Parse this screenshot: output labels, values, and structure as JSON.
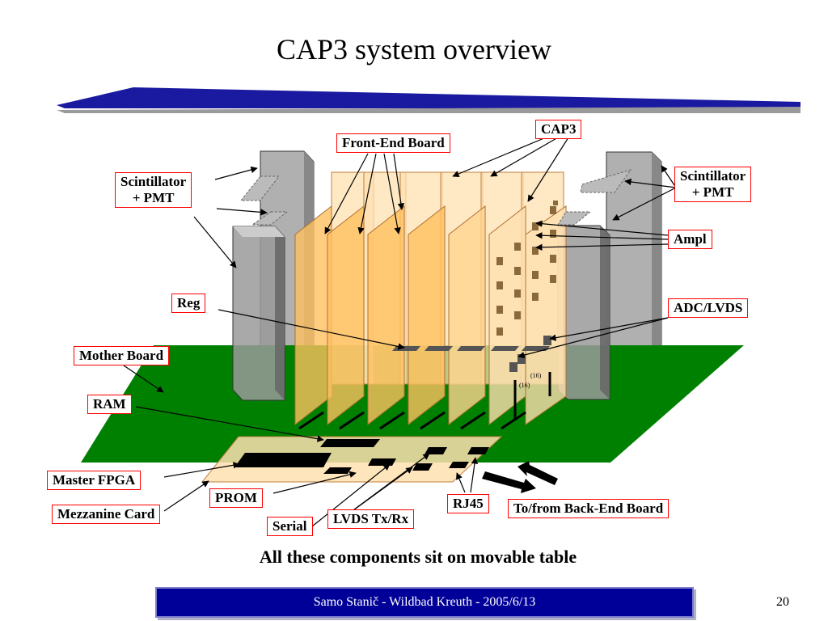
{
  "slide": {
    "title": "CAP3 system overview",
    "caption": "All these components sit on movable table",
    "footer": "Samo Stanič - Wildbad Kreuth - 2005/6/13",
    "page_number": "20"
  },
  "labels": {
    "front_end_board": "Front-End Board",
    "cap3": "CAP3",
    "scint_left_1": "Scintillator",
    "scint_left_2": "+ PMT",
    "scint_right_1": "Scintillator",
    "scint_right_2": "+ PMT",
    "ampl": "Ampl",
    "reg": "Reg",
    "adc_lvds": "ADC/LVDS",
    "mother_board": "Mother Board",
    "ram": "RAM",
    "master_fpga": "Master FPGA",
    "prom": "PROM",
    "rj45": "RJ45",
    "mezzanine_card": "Mezzanine Card",
    "serial": "Serial",
    "lvds_txrx": "LVDS Tx/Rx",
    "back_end": "To/from Back-End Board",
    "bus_16_a": "(16)",
    "bus_16_b": "(16)"
  },
  "colors": {
    "mother_board": "#008000",
    "board_light": "#ffe0b0",
    "board_mid": "#ffc060",
    "scintillator": "#aaaaaa",
    "label_border": "#ff0000",
    "footer_bar": "#000099"
  }
}
